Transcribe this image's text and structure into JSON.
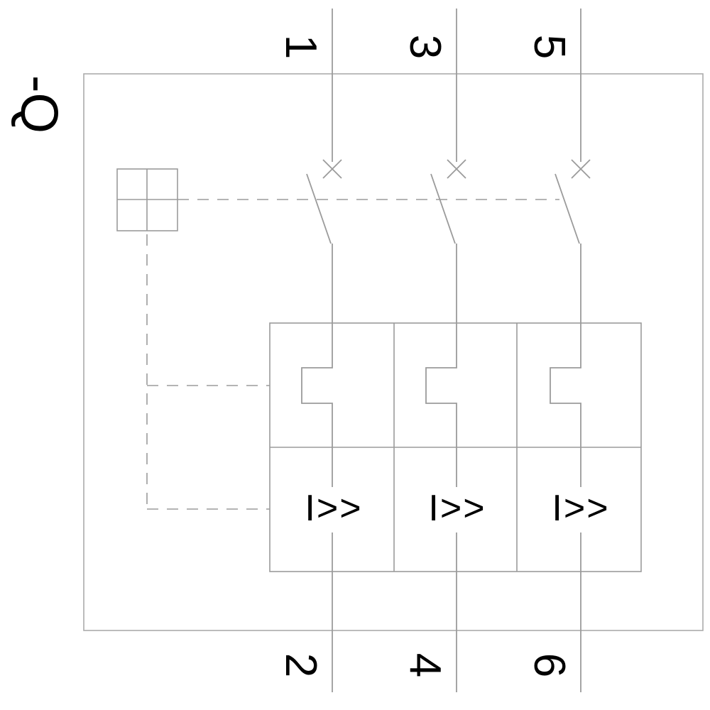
{
  "diagram": {
    "type": "circuit-breaker-3-pole-schematic",
    "component_label": "-Q",
    "poles": [
      {
        "terminal_top": "1",
        "terminal_bottom": "2",
        "magnetic_release_label": "I>>"
      },
      {
        "terminal_top": "3",
        "terminal_bottom": "4",
        "magnetic_release_label": "I>>"
      },
      {
        "terminal_top": "5",
        "terminal_bottom": "6",
        "magnetic_release_label": "I>>"
      }
    ],
    "colors": {
      "line": "#9b9b9b",
      "border": "#ababab",
      "text": "#000000",
      "background": "#ffffff"
    }
  }
}
